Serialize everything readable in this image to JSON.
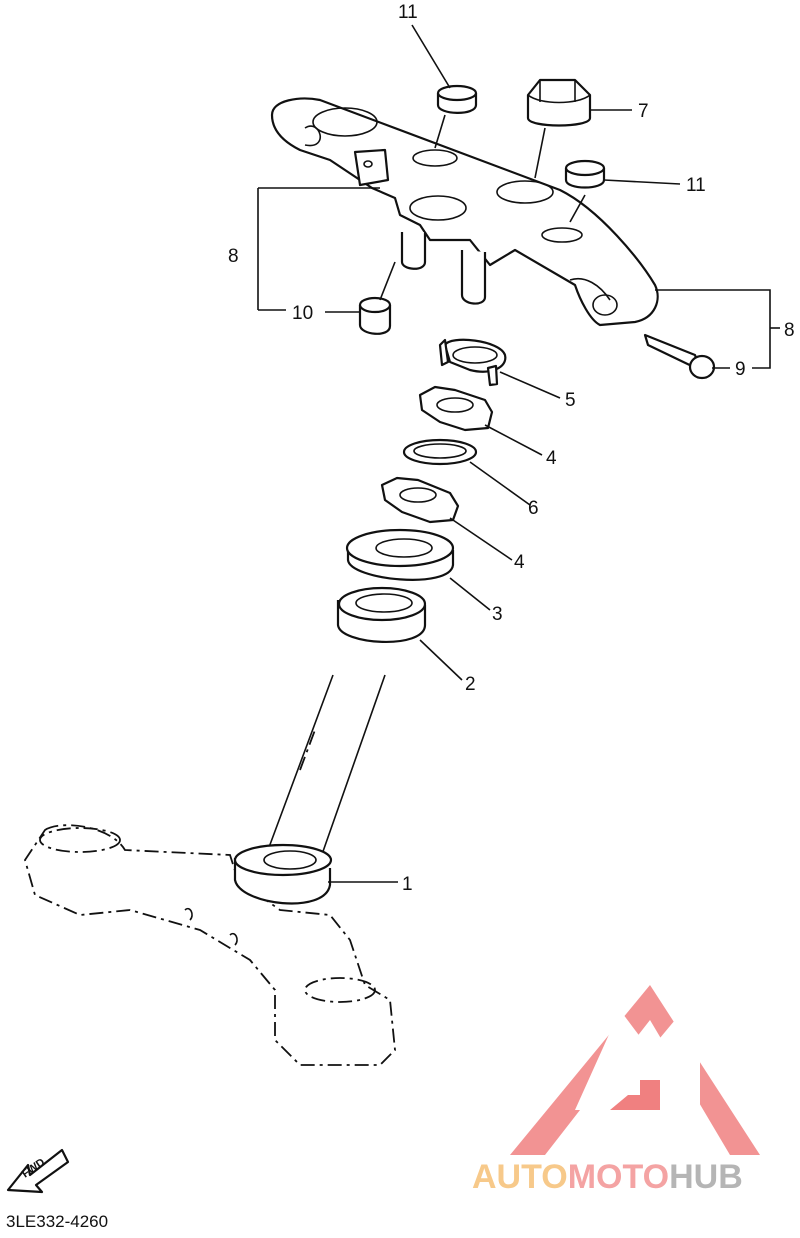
{
  "diagram_code": "3LE332-4260",
  "fwd_label": "FWD",
  "watermark": {
    "auto": "AUTO",
    "moto": "MOTO",
    "hub": "HUB",
    "colors": {
      "auto": "#f7c98a",
      "moto": "#f4a3a3",
      "hub": "#b5b5b5",
      "logo": "#f08080"
    }
  },
  "callouts": {
    "c1": "1",
    "c2": "2",
    "c3": "3",
    "c4a": "4",
    "c4b": "4",
    "c5": "5",
    "c6": "6",
    "c7": "7",
    "c8a": "8",
    "c8b": "8",
    "c9": "9",
    "c10": "10",
    "c11a": "11",
    "c11b": "11"
  }
}
